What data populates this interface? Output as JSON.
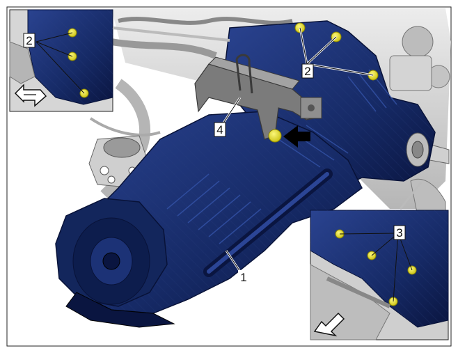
{
  "labels": {
    "transmission": "1",
    "bolts_top": "2",
    "bolts_inset_left": "2",
    "bolts_inset_right": "3",
    "support": "4"
  },
  "colors": {
    "transmission_blue": "#1a2f6b",
    "transmission_dark": "#0d1a45",
    "bolt_yellow": "#e6e21a",
    "support_grey": "#7d7d7d",
    "engine_grey": "#c9c9c9",
    "arrow_black": "#000000"
  },
  "icons": {
    "arrow": "arrow-icon",
    "direction_left": "direction-arrow-icon",
    "direction_right": "direction-arrow-icon"
  }
}
